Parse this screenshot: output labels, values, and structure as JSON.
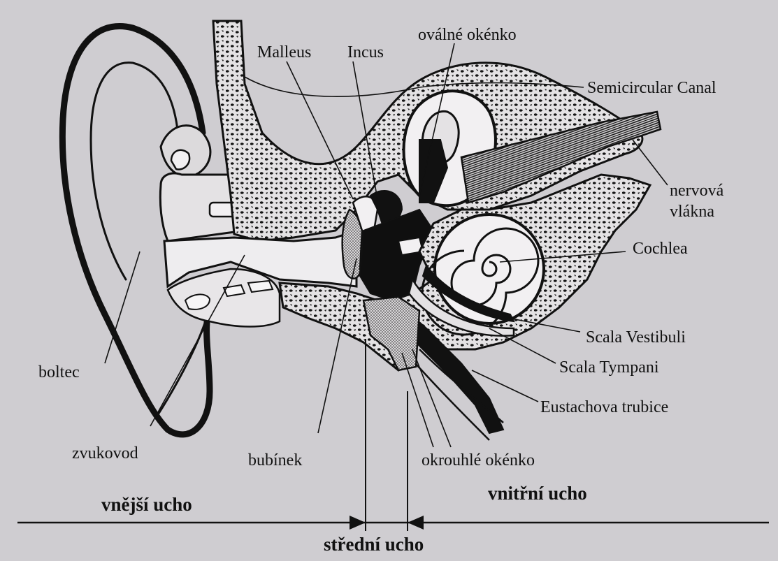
{
  "labels": {
    "malleus": "Malleus",
    "incus": "Incus",
    "oval_window": "oválné okénko",
    "semicircular_canal": "Semicircular Canal",
    "nerve_fibers_1": "nervová",
    "nerve_fibers_2": "vlákna",
    "cochlea": "Cochlea",
    "scala_vestibuli": "Scala Vestibuli",
    "scala_tympani": "Scala Tympani",
    "eustachian_tube": "Eustachova trubice",
    "auricle": "boltec",
    "ear_canal": "zvukovod",
    "eardrum": "bubínek",
    "round_window": "okrouhlé okénko"
  },
  "sections": {
    "outer_ear": "vnější ucho",
    "inner_ear": "vnitřní ucho",
    "middle_ear": "střední ucho"
  },
  "colors": {
    "background": "#c9c7cb",
    "ink": "#111111",
    "bone_fill": "#e4e2e4"
  }
}
